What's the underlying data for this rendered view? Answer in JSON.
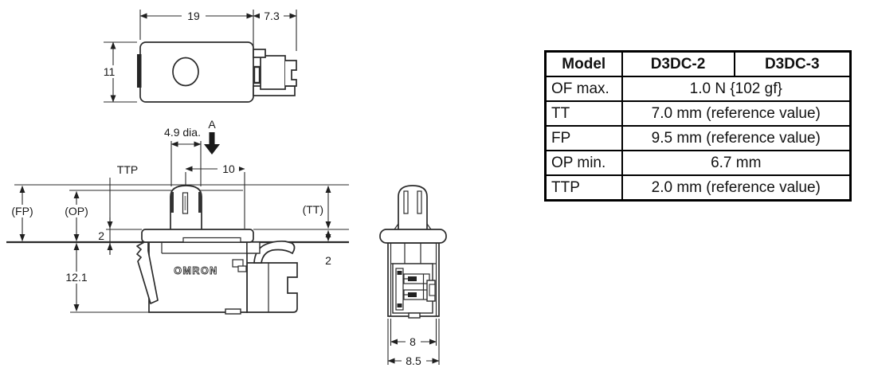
{
  "views": {
    "top": {
      "dim_width": "19",
      "dim_connector": "7.3",
      "dim_height": "11"
    },
    "side": {
      "dia": "4.9 dia.",
      "section": "A",
      "ttp": "TTP",
      "dim_10": "10",
      "fp": "(FP)",
      "op": "(OP)",
      "tt": "(TT)",
      "ttp_value": "2",
      "flange_value": "2",
      "depth": "12.1",
      "brand": "OMRON"
    },
    "front": {
      "dim_inner": "8",
      "dim_outer": "8.5"
    }
  },
  "table": {
    "header": {
      "model": "Model",
      "d3dc2": "D3DC-2",
      "d3dc3": "D3DC-3"
    },
    "rows": [
      {
        "label": "OF max.",
        "value": "1.0 N {102 gf}"
      },
      {
        "label": "TT",
        "value": "7.0 mm (reference value)"
      },
      {
        "label": "FP",
        "value": "9.5 mm (reference value)"
      },
      {
        "label": "OP min.",
        "value": "6.7 mm"
      },
      {
        "label": "TTP",
        "value": "2.0 mm (reference value)"
      }
    ]
  }
}
